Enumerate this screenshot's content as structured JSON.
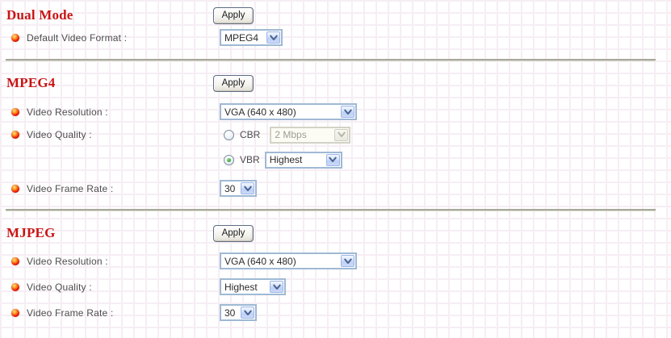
{
  "colors": {
    "section_title_red": "#c81414",
    "label_gray": "#4c4c4c",
    "select_border_blue": "#9fb9d4",
    "chevron_blue": "#47618e",
    "radio_checked_green": "#2f9e2f",
    "bullet_orb_red": "#ee1c00",
    "divider_gray": "#a7a79b"
  },
  "sections": {
    "dual_mode": {
      "title": "Dual Mode",
      "apply_label": "Apply",
      "default_video_format": {
        "label": "Default Video Format :",
        "value": "MPEG4"
      }
    },
    "mpeg4": {
      "title": "MPEG4",
      "apply_label": "Apply",
      "video_resolution": {
        "label": "Video Resolution :",
        "value": "VGA (640 x 480)"
      },
      "video_quality": {
        "label": "Video Quality :",
        "cbr": {
          "label": "CBR",
          "value": "2 Mbps",
          "checked": false,
          "value_enabled": false
        },
        "vbr": {
          "label": "VBR",
          "value": "Highest",
          "checked": true,
          "value_enabled": true
        }
      },
      "video_frame_rate": {
        "label": "Video Frame Rate :",
        "value": "30"
      }
    },
    "mjpeg": {
      "title": "MJPEG",
      "apply_label": "Apply",
      "video_resolution": {
        "label": "Video Resolution :",
        "value": "VGA (640 x 480)"
      },
      "video_quality": {
        "label": "Video Quality :",
        "value": "Highest"
      },
      "video_frame_rate": {
        "label": "Video Frame Rate :",
        "value": "30"
      }
    }
  }
}
